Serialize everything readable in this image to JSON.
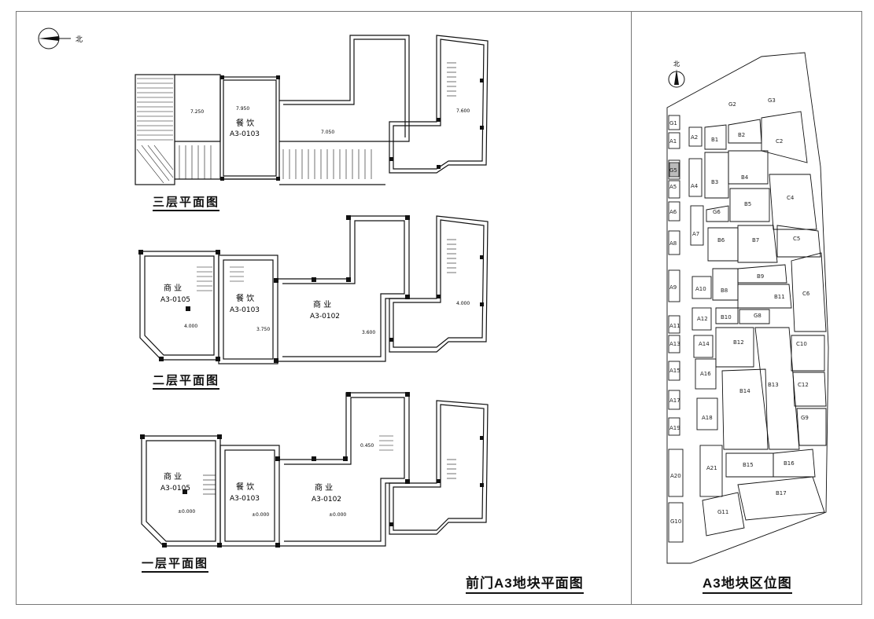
{
  "floors": {
    "third": {
      "title": "三层平面图",
      "units": [
        {
          "use": "餐 饮",
          "code": "A3-0103"
        }
      ],
      "levels": [
        "7.250",
        "7.950",
        "7.050",
        "7.600"
      ]
    },
    "second": {
      "title": "二层平面图",
      "units": [
        {
          "use": "商 业",
          "code": "A3-0105"
        },
        {
          "use": "餐 饮",
          "code": "A3-0103"
        },
        {
          "use": "商 业",
          "code": "A3-0102"
        }
      ],
      "levels": [
        "4.000",
        "3.750",
        "3.600",
        "4.000"
      ]
    },
    "first": {
      "title": "一层平面图",
      "units": [
        {
          "use": "商 业",
          "code": "A3-0105"
        },
        {
          "use": "餐 饮",
          "code": "A3-0103"
        },
        {
          "use": "商 业",
          "code": "A3-0102"
        }
      ],
      "levels": [
        "±0.000",
        "±0.000",
        "±0.000",
        "0.450"
      ]
    }
  },
  "plan_title": "前门A3地块平面图",
  "location_title": "A3地块区位图",
  "north_label": "北",
  "site_plots": [
    "G1",
    "G2",
    "G3",
    "A1",
    "A2",
    "B1",
    "B2",
    "C2",
    "G5",
    "A4",
    "B3",
    "B4",
    "C4",
    "A5",
    "B5",
    "A6",
    "G6",
    "A7",
    "B6",
    "B7",
    "C5",
    "A8",
    "B8",
    "B9",
    "A9",
    "A10",
    "B11",
    "C6",
    "A11",
    "A12",
    "B10",
    "G8",
    "A13",
    "A14",
    "B12",
    "C10",
    "A15",
    "A16",
    "B14",
    "B13",
    "C12",
    "A17",
    "A18",
    "G9",
    "A19",
    "A20",
    "A21",
    "B15",
    "B16",
    "B17",
    "G10",
    "G11"
  ]
}
